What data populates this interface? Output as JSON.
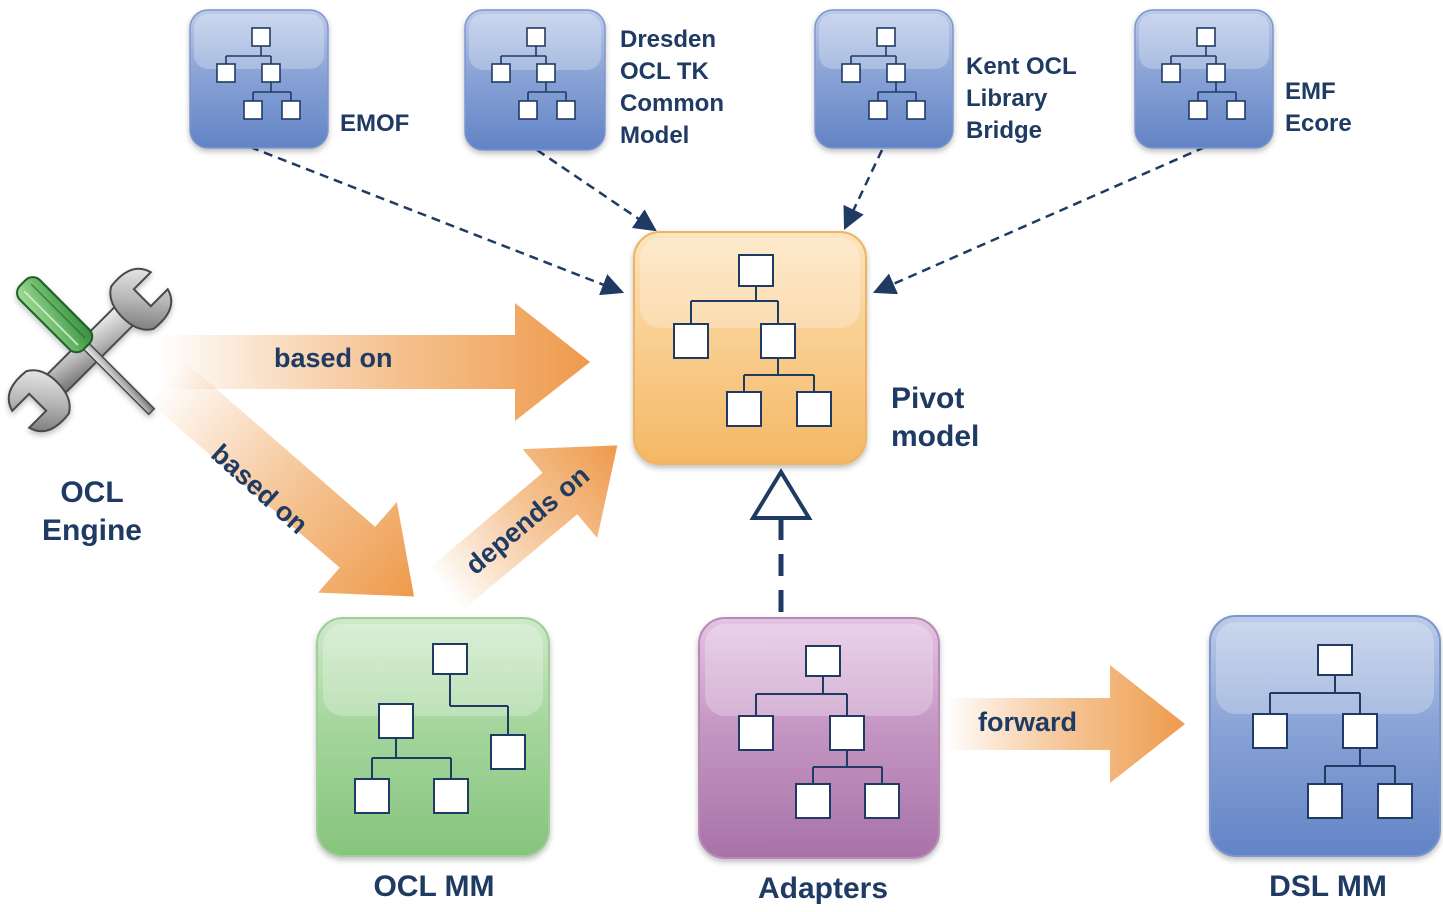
{
  "nodes": {
    "emof": {
      "label": "EMOF",
      "color": "#6f8fcb"
    },
    "dresden": {
      "label_lines": [
        "Dresden",
        "OCL TK",
        "Common",
        "Model"
      ],
      "color": "#6f8fcb"
    },
    "kent": {
      "label_lines": [
        "Kent OCL",
        "Library",
        "Bridge"
      ],
      "color": "#6f8fcb"
    },
    "emf": {
      "label_lines": [
        "EMF",
        "Ecore"
      ],
      "color": "#6f8fcb"
    },
    "pivot": {
      "label_lines": [
        "Pivot",
        "model"
      ],
      "color": "#f5bd6e"
    },
    "ocl_engine": {
      "label_lines": [
        "OCL",
        "Engine"
      ],
      "icon": "wrench-screwdriver-icon"
    },
    "ocl_mm": {
      "label": "OCL MM",
      "color": "#8fc98a"
    },
    "adapters": {
      "label": "Adapters",
      "color": "#b77fb6"
    },
    "dsl_mm": {
      "label": "DSL MM",
      "color": "#6f8fcb"
    }
  },
  "edges": {
    "engine_to_pivot": "based on",
    "engine_to_oclmm": "based on",
    "oclmm_to_pivot": "depends on",
    "adapters_to_dsl": "forward"
  },
  "colors": {
    "text": "#1f3b63",
    "arrow_orange": "#ee9a4b",
    "dashed_line": "#1f3b63"
  }
}
